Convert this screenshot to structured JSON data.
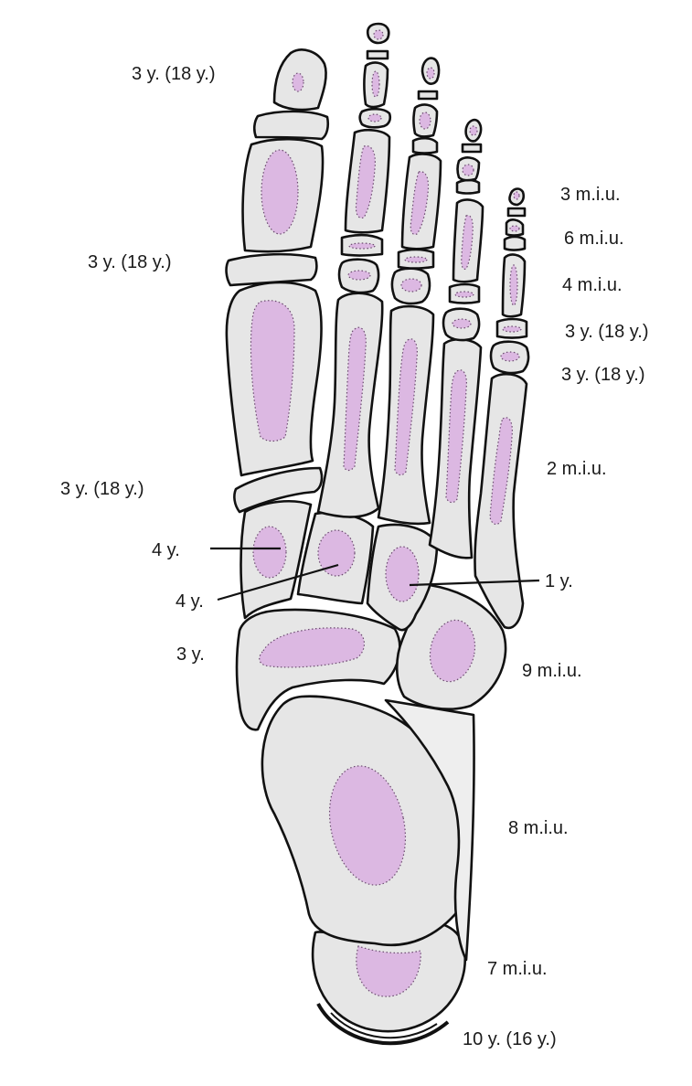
{
  "figure": {
    "colors": {
      "bone_fill": "#e6e6e6",
      "ossification_center": "#dcb8e2",
      "outline": "#111111"
    },
    "labels": {
      "hallux_distal": "3 y. (18 y.)",
      "hallux_proximal": "3 y. (18 y.)",
      "first_metatarsal": "3 y. (18 y.)",
      "lesser_distal_phalanges": "3 m.i.u.",
      "lesser_middle_phalanges": "6 m.i.u.",
      "lesser_proximal_phalanges": "4 m.i.u.",
      "lesser_phalanx_epiphyses": "3 y. (18 y.)",
      "lesser_metatarsal_epiphyses": "3 y. (18 y.)",
      "metatarsal_shafts": "2 m.i.u.",
      "medial_cuneiform": "4 y.",
      "intermediate_cuneiform": "4 y.",
      "lateral_cuneiform": "1 y.",
      "navicular": "3 y.",
      "cuboid": "9 m.i.u.",
      "talus": "8 m.i.u.",
      "calcaneus": "7 m.i.u.",
      "calcaneal_apophysis": "10 y. (16 y.)"
    }
  }
}
